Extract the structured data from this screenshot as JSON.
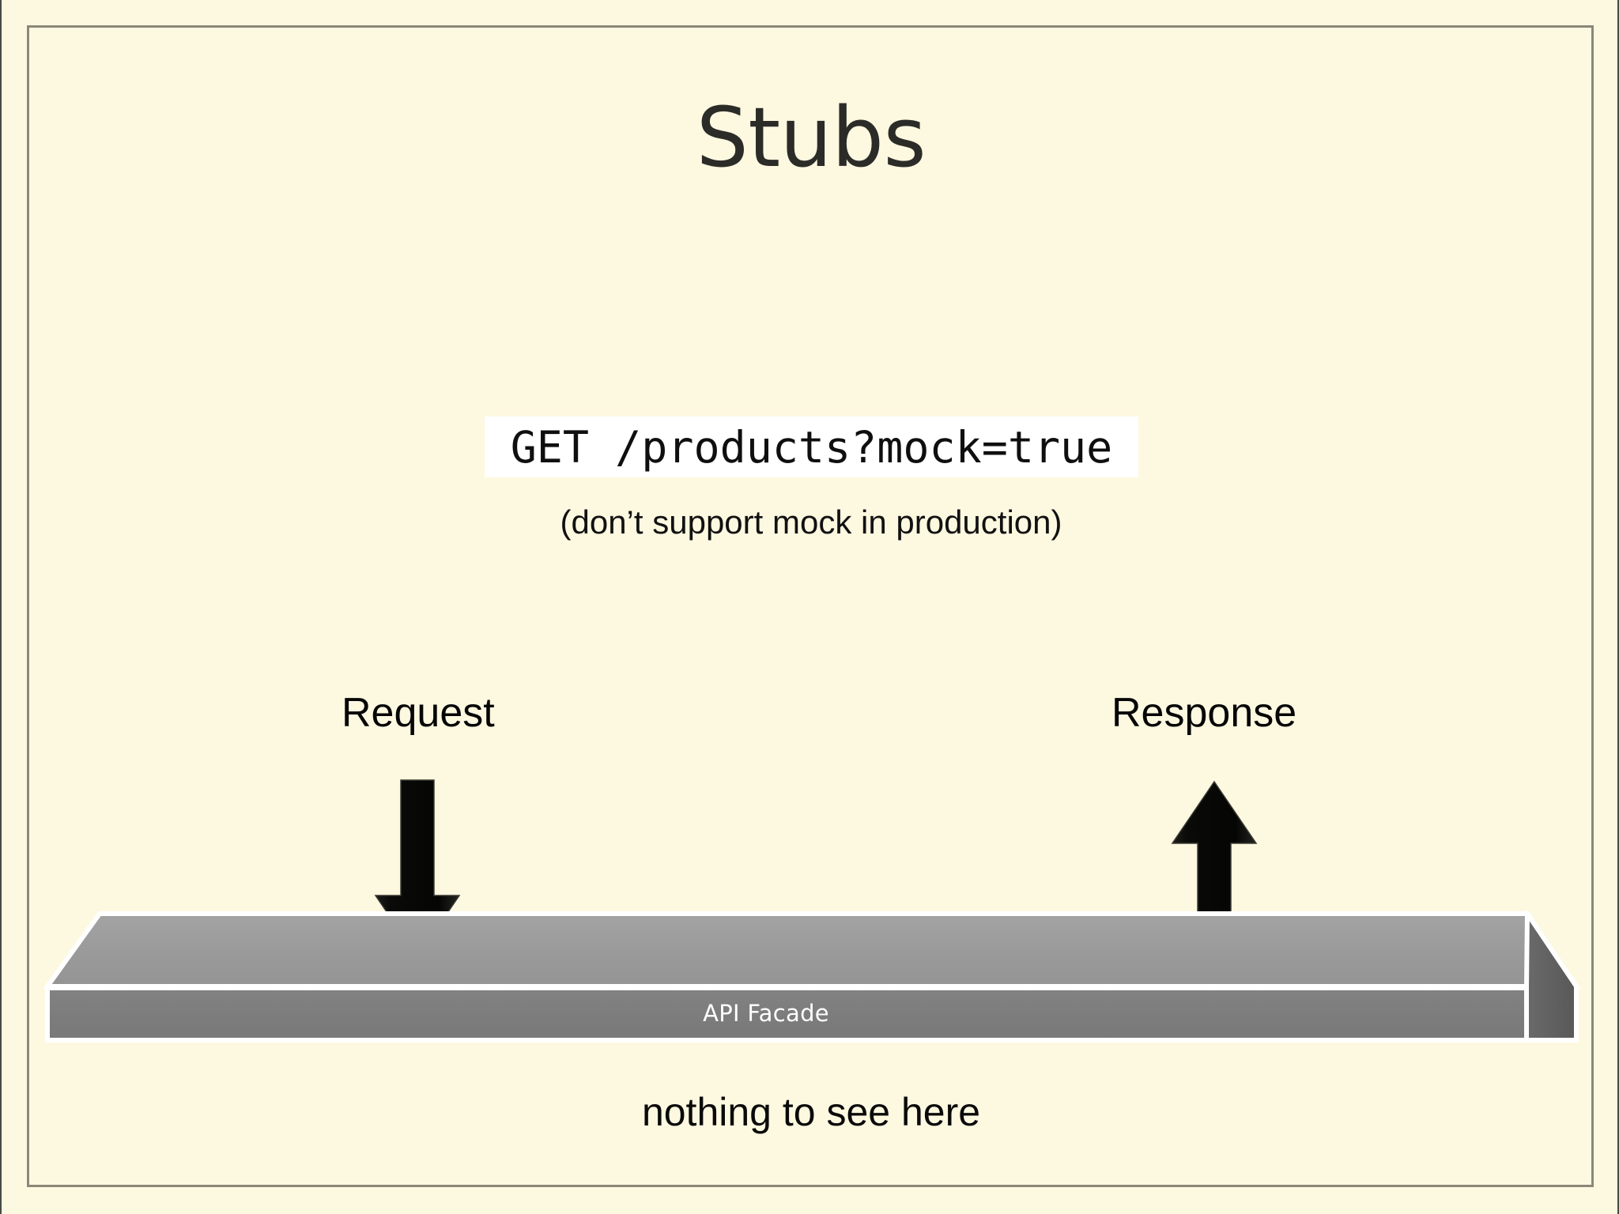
{
  "slide": {
    "title": "Stubs",
    "background_color": "#FDF8E0",
    "frame_color": "#8b8878"
  },
  "code_block": {
    "text": "GET /products?mock=true",
    "background_color": "#FFFFFF",
    "caption": "(don’t support mock in production)"
  },
  "flow": {
    "request_label": "Request",
    "response_label": "Response",
    "request_icon": "arrow-down-icon",
    "response_icon": "arrow-up-icon",
    "arrow_color": "#0B0B0B"
  },
  "slab": {
    "label": "API Facade",
    "top_face_color": "#9a9a9a",
    "front_face_color": "#7d7d7d",
    "side_face_color": "#5f5f5f",
    "outline_color": "#ffffff"
  },
  "footer": {
    "note": "nothing to see here"
  }
}
